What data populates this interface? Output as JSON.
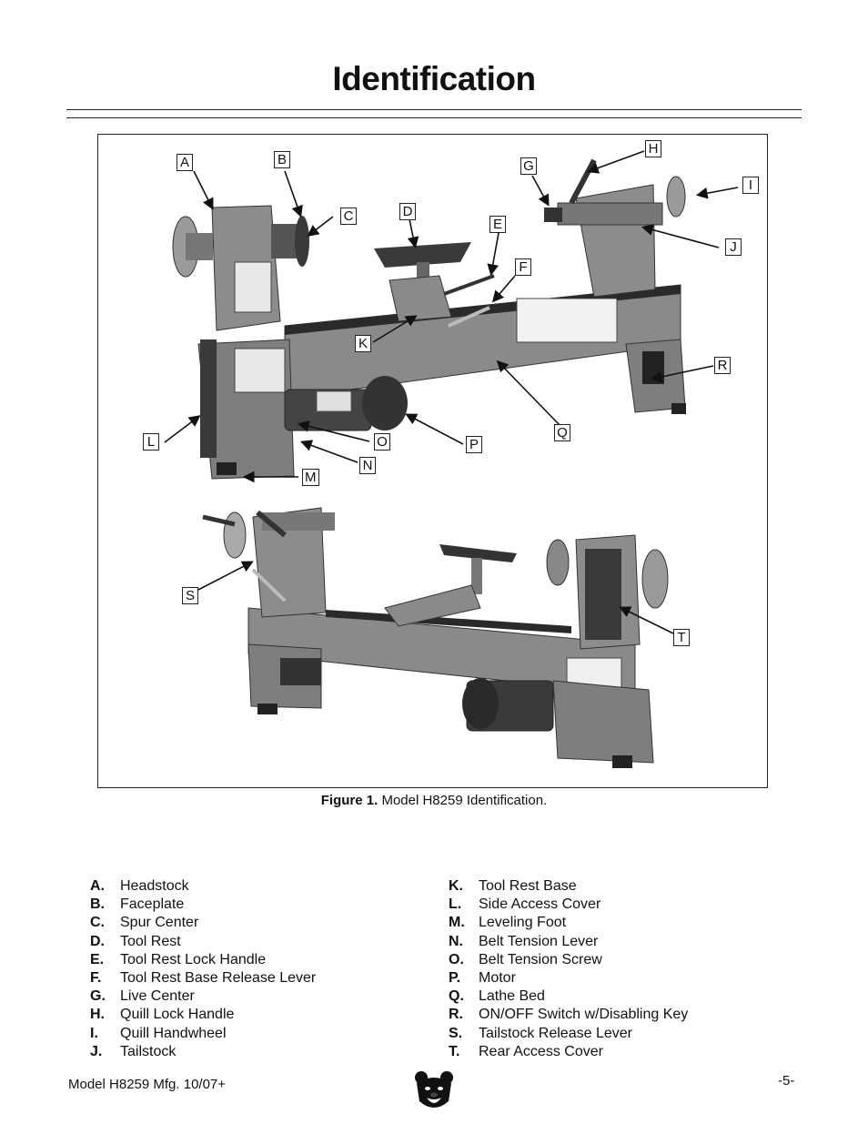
{
  "title": "Identification",
  "figure": {
    "caption_label": "Figure 1.",
    "caption_text": "Model H8259 Identification.",
    "callouts": [
      "A",
      "B",
      "C",
      "D",
      "E",
      "F",
      "G",
      "H",
      "I",
      "J",
      "K",
      "L",
      "M",
      "N",
      "O",
      "P",
      "Q",
      "R",
      "S",
      "T"
    ]
  },
  "parts_left": [
    {
      "letter": "A.",
      "name": "Headstock"
    },
    {
      "letter": "B.",
      "name": "Faceplate"
    },
    {
      "letter": "C.",
      "name": "Spur Center"
    },
    {
      "letter": "D.",
      "name": "Tool Rest"
    },
    {
      "letter": "E.",
      "name": "Tool Rest Lock Handle"
    },
    {
      "letter": "F.",
      "name": "Tool Rest Base Release Lever"
    },
    {
      "letter": "G.",
      "name": "Live Center"
    },
    {
      "letter": "H.",
      "name": "Quill Lock Handle"
    },
    {
      "letter": "I.",
      "name": "Quill Handwheel"
    },
    {
      "letter": "J.",
      "name": "Tailstock"
    }
  ],
  "parts_right": [
    {
      "letter": "K.",
      "name": "Tool Rest Base"
    },
    {
      "letter": "L.",
      "name": "Side Access Cover"
    },
    {
      "letter": "M.",
      "name": "Leveling Foot"
    },
    {
      "letter": "N.",
      "name": "Belt Tension Lever"
    },
    {
      "letter": "O.",
      "name": "Belt Tension Screw"
    },
    {
      "letter": "P.",
      "name": "Motor"
    },
    {
      "letter": "Q.",
      "name": "Lathe Bed"
    },
    {
      "letter": "R.",
      "name": "ON/OFF Switch w/Disabling Key"
    },
    {
      "letter": "S.",
      "name": "Tailstock Release Lever"
    },
    {
      "letter": "T.",
      "name": "Rear Access Cover"
    }
  ],
  "footer": {
    "model_text": "Model H8259 Mfg. 10/07+",
    "page_number": "-5-"
  }
}
